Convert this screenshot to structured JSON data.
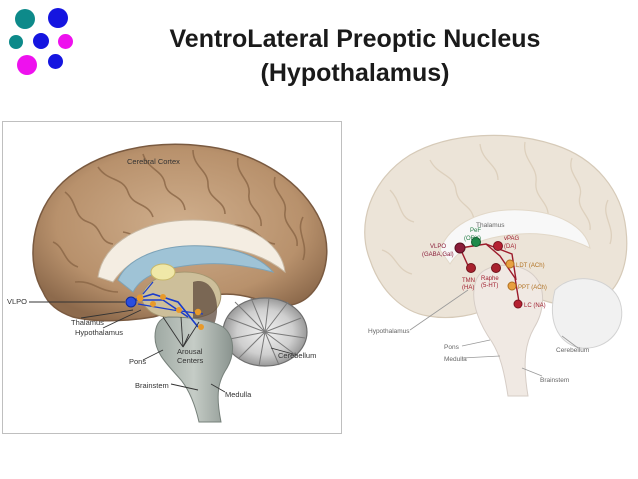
{
  "slide": {
    "title_line1": "VentroLateral Preoptic Nucleus",
    "title_line2": "(Hypothalamus)"
  },
  "decor_colors": {
    "teal": "#0d8a8a",
    "blue": "#1515e0",
    "magenta": "#ee11ee"
  },
  "left_figure": {
    "cerebral_cortex": "Cerebral Cortex",
    "vlpo": "VLPO",
    "thalamus": "Thalamus",
    "hypothalamus": "Hypothalamus",
    "pons": "Pons",
    "arousal_line1": "Arousal",
    "arousal_line2": "Centers",
    "cerebellum": "Cerebellum",
    "brainstem": "Brainstem",
    "medulla": "Medulla"
  },
  "right_figure": {
    "thalamus": "Thalamus",
    "vlpo_line1": "VLPO",
    "vlpo_line2": "(GABA,Gal)",
    "pef_line1": "PeF",
    "pef_line2": "(ORX)",
    "vpag_line1": "vPAG",
    "vpag_line2": "(DA)",
    "tmn_line1": "TMN",
    "tmn_line2": "(HA)",
    "raphe_line1": "Raphe",
    "raphe_line2": "(5-HT)",
    "ldt": "LDT (ACh)",
    "ppt": "PPT (ACh)",
    "lc": "LC (NA)",
    "hypothalamus": "Hypothalamus",
    "pons": "Pons",
    "cerebellum": "Cerebellum",
    "medulla": "Medulla",
    "brainstem": "Brainstem"
  }
}
